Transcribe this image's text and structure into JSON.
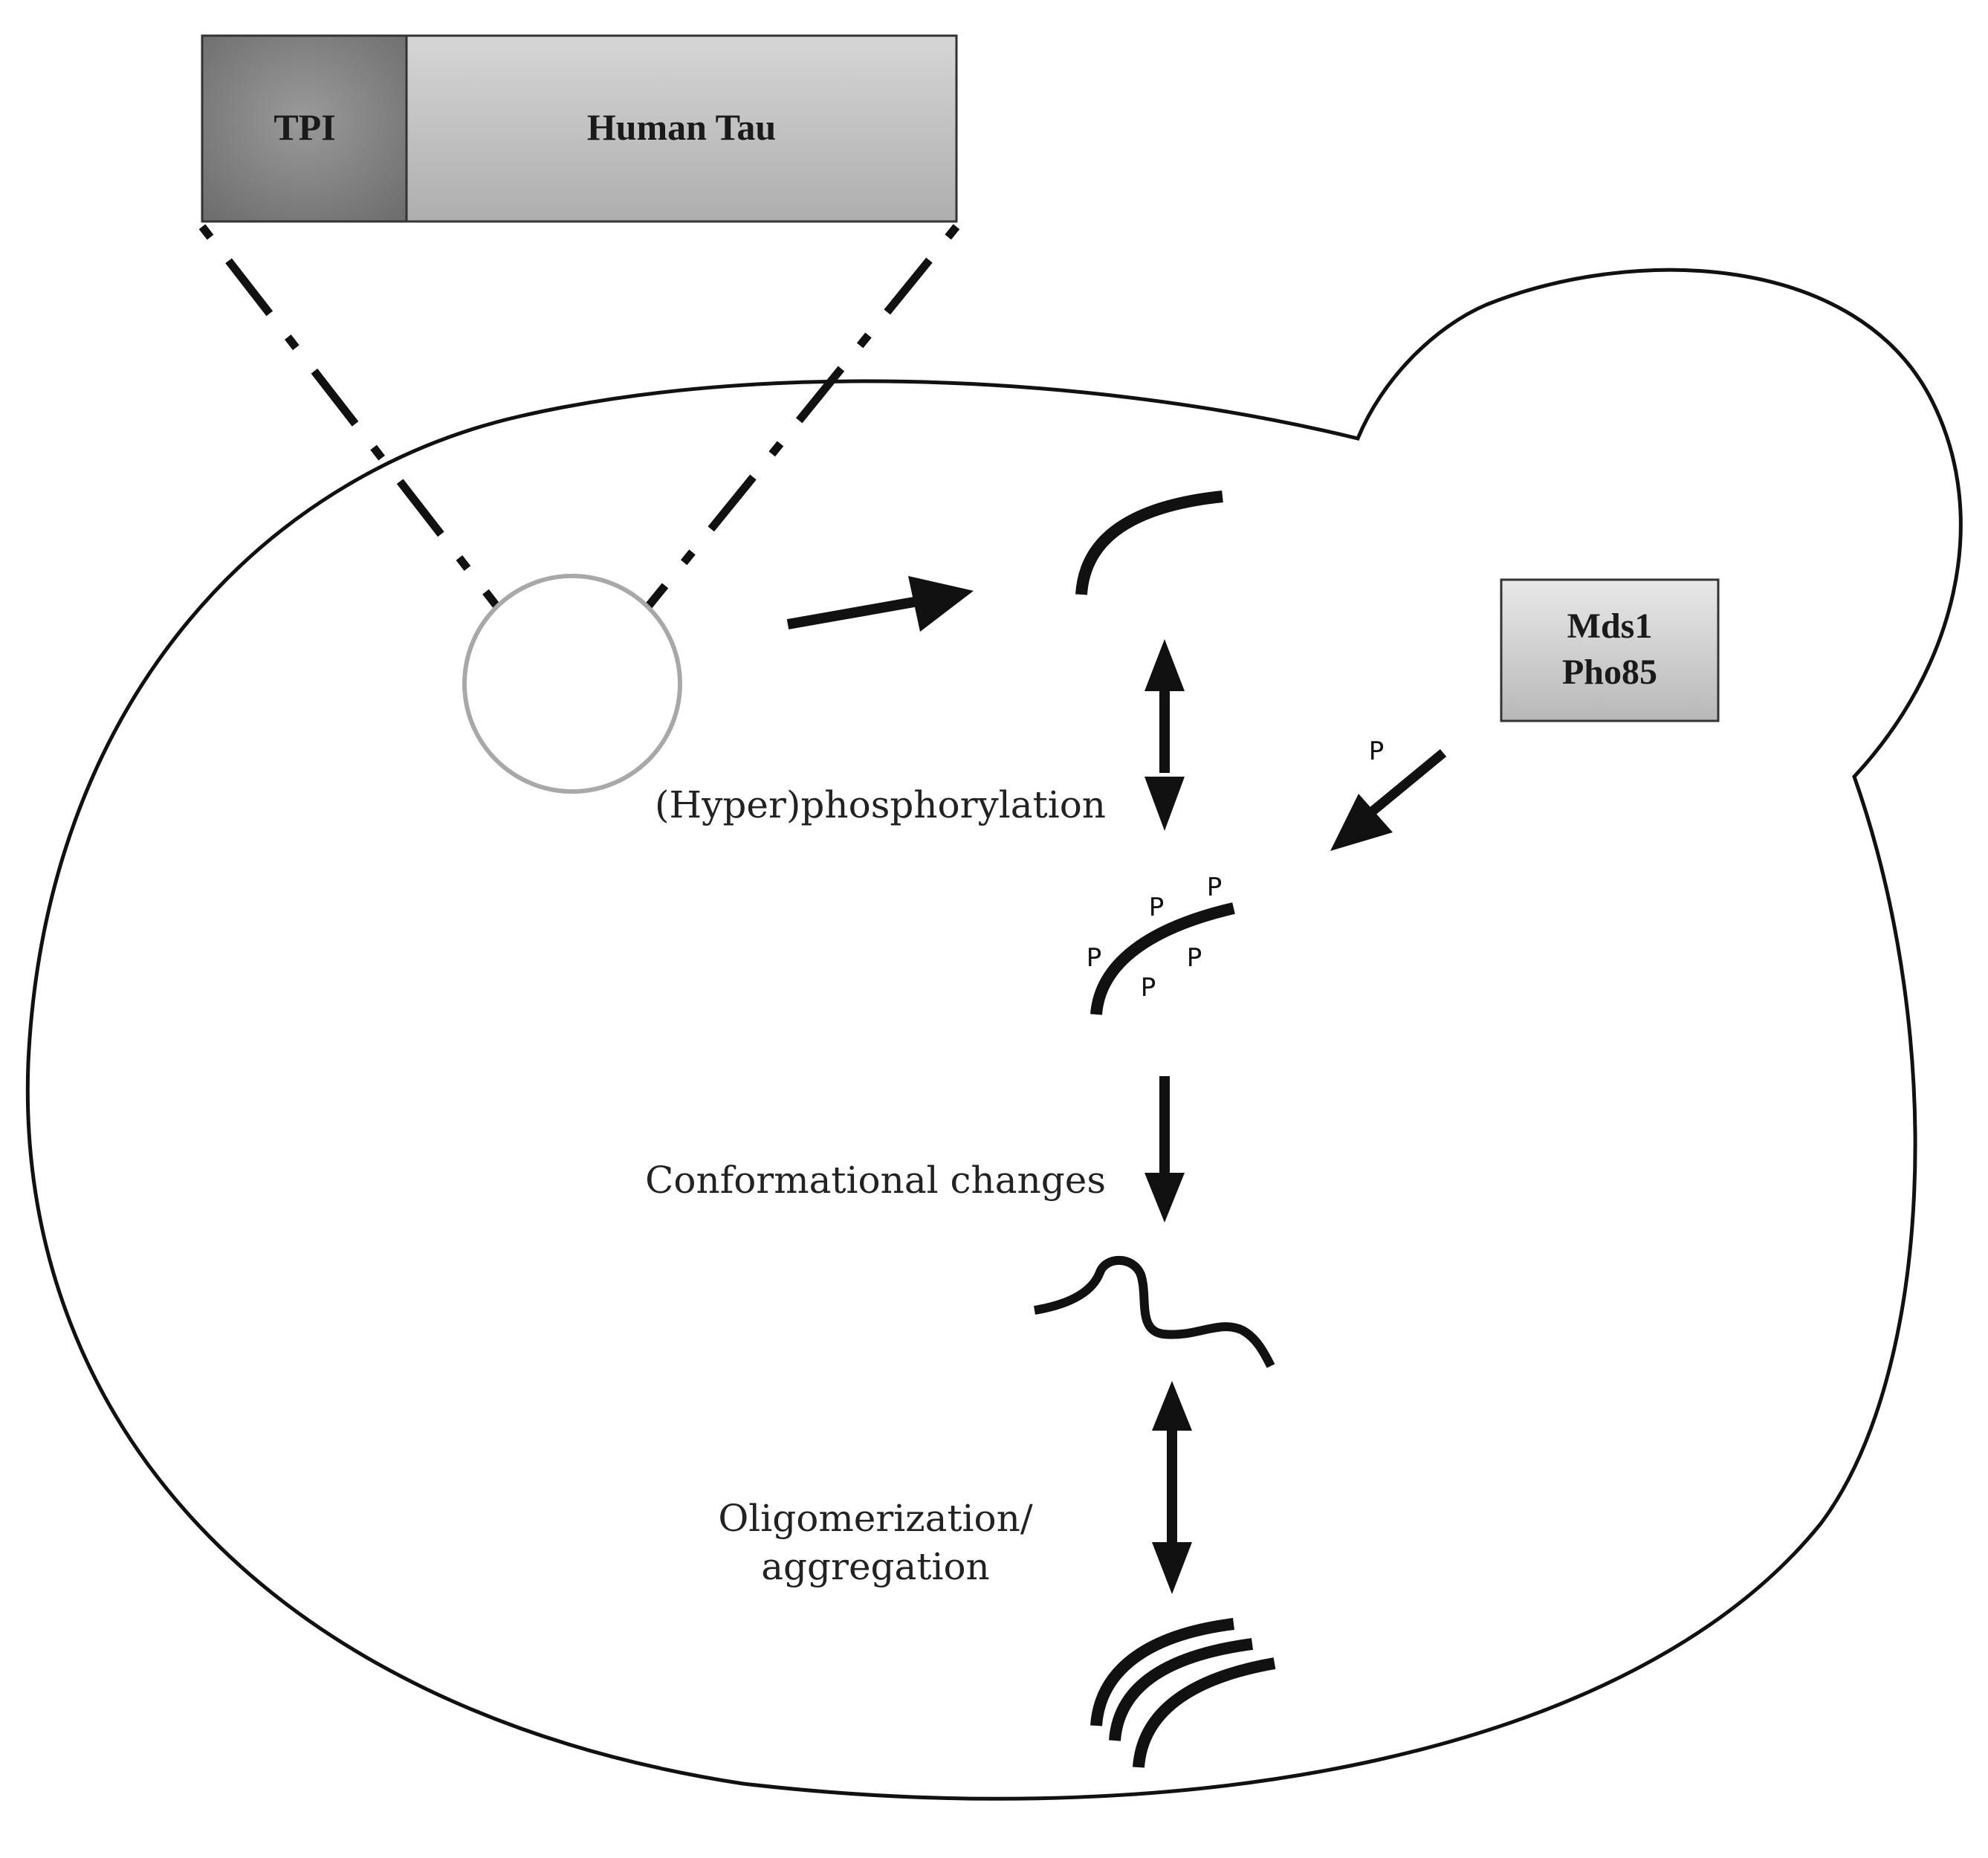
{
  "construct": {
    "promoter_label": "TPI",
    "gene_label": "Human Tau"
  },
  "kinase": {
    "line1": "Mds1",
    "line2": "Pho85"
  },
  "phospho_symbol": "P",
  "steps": {
    "phosphorylation": "(Hyper)phosphorylation",
    "conformational": "Conformational changes",
    "oligomerization_line1": "Oligomerization/",
    "oligomerization_line2": "aggregation"
  },
  "colors": {
    "promoter_fill": "#8c8c8c",
    "gene_fill": "#c2c2c2",
    "kinase_fill": "#d4d4d4",
    "plasmid_stroke": "#a8a8a8",
    "outline": "#111111"
  }
}
